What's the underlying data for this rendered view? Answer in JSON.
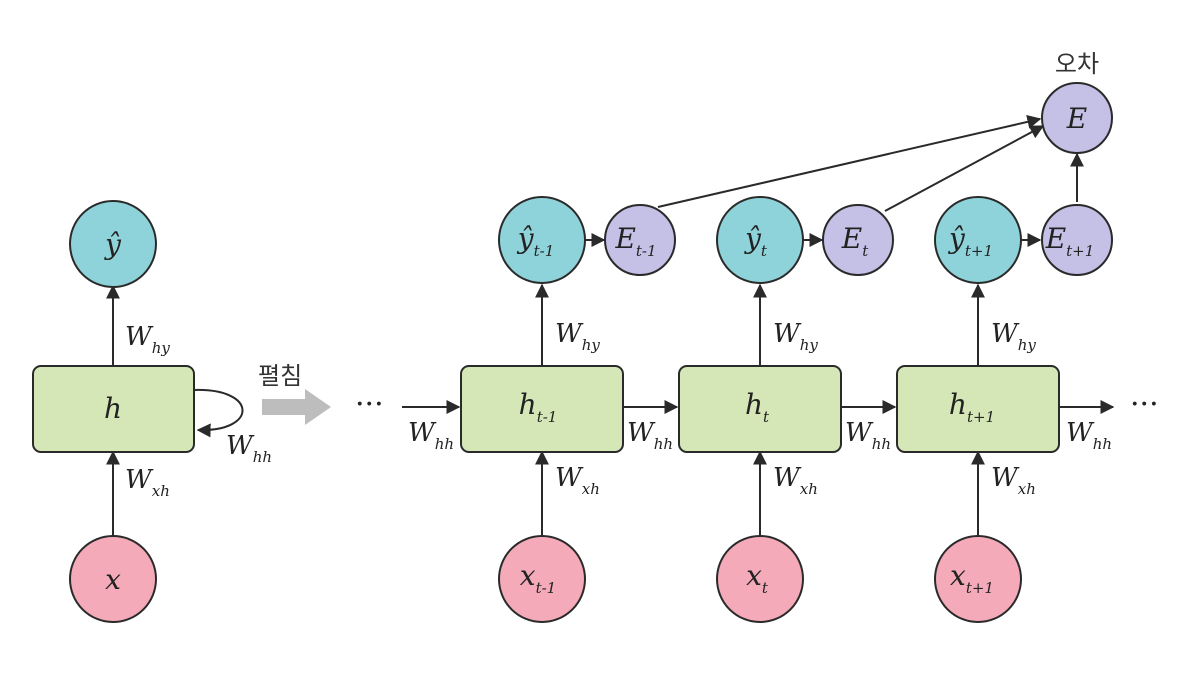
{
  "colors": {
    "output_node": "#8fd3da",
    "error_node": "#c4c0e6",
    "hidden_box": "#d5e7b6",
    "input_node": "#f4aab8",
    "stroke": "#2a2a2a",
    "unfold_arrow": "#bdbdbd"
  },
  "labels": {
    "unfold": "펼침",
    "error": "오차",
    "ellipsis_left": "···",
    "ellipsis_right": "···"
  },
  "folded": {
    "output": {
      "base": "ŷ",
      "sub": ""
    },
    "hidden": {
      "base": "h",
      "sub": ""
    },
    "input": {
      "base": "x",
      "sub": ""
    },
    "w_hy": {
      "base": "W",
      "sub": "hy"
    },
    "w_xh": {
      "base": "W",
      "sub": "xh"
    },
    "w_hh": {
      "base": "W",
      "sub": "hh"
    }
  },
  "total_error": {
    "base": "E",
    "sub": ""
  },
  "steps": [
    {
      "output": {
        "base": "ŷ",
        "sub": "t-1"
      },
      "error": {
        "base": "E",
        "sub": "t-1"
      },
      "hidden": {
        "base": "h",
        "sub": "t-1"
      },
      "input": {
        "base": "x",
        "sub": "t-1"
      },
      "w_hy": {
        "base": "W",
        "sub": "hy"
      },
      "w_xh": {
        "base": "W",
        "sub": "xh"
      },
      "w_hh_in": {
        "base": "W",
        "sub": "hh"
      }
    },
    {
      "output": {
        "base": "ŷ",
        "sub": "t"
      },
      "error": {
        "base": "E",
        "sub": "t"
      },
      "hidden": {
        "base": "h",
        "sub": "t"
      },
      "input": {
        "base": "x",
        "sub": "t"
      },
      "w_hy": {
        "base": "W",
        "sub": "hy"
      },
      "w_xh": {
        "base": "W",
        "sub": "xh"
      },
      "w_hh_in": {
        "base": "W",
        "sub": "hh"
      }
    },
    {
      "output": {
        "base": "ŷ",
        "sub": "t+1"
      },
      "error": {
        "base": "E",
        "sub": "t+1"
      },
      "hidden": {
        "base": "h",
        "sub": "t+1"
      },
      "input": {
        "base": "x",
        "sub": "t+1"
      },
      "w_hy": {
        "base": "W",
        "sub": "hy"
      },
      "w_xh": {
        "base": "W",
        "sub": "xh"
      },
      "w_hh_in": {
        "base": "W",
        "sub": "hh"
      }
    }
  ],
  "w_hh_out": {
    "base": "W",
    "sub": "hh"
  }
}
